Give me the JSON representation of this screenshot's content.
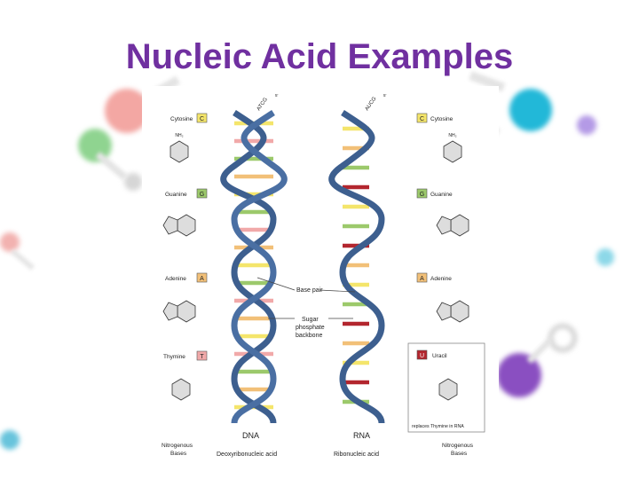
{
  "slide": {
    "title": "Nucleic Acid Examples"
  },
  "figure": {
    "dna_strand_label": "ATCG",
    "rna_strand_label": "AUCG",
    "prime_mark": "5'",
    "base_pair_label": "Base pair",
    "backbone_label": [
      "Sugar",
      "phosphate",
      "backbone"
    ],
    "dna_label": "DNA",
    "dna_full": "Deoxyribonucleic acid",
    "rna_label": "RNA",
    "rna_full": "Ribonucleic acid",
    "left_footer": [
      "Nitrogenous",
      "Bases"
    ],
    "right_footer": [
      "Nitrogenous",
      "Bases"
    ],
    "left_bases": [
      {
        "name": "Cytosine",
        "letter": "C",
        "color": "#f4e56b"
      },
      {
        "name": "Guanine",
        "letter": "G",
        "color": "#9cc96b"
      },
      {
        "name": "Adenine",
        "letter": "A",
        "color": "#f2c078"
      },
      {
        "name": "Thymine",
        "letter": "T",
        "color": "#f1a9a9"
      }
    ],
    "right_bases": [
      {
        "name": "Cytosine",
        "letter": "C",
        "color": "#f4e56b"
      },
      {
        "name": "Guanine",
        "letter": "G",
        "color": "#9cc96b"
      },
      {
        "name": "Adenine",
        "letter": "A",
        "color": "#f2c078"
      }
    ],
    "uracil": {
      "name": "Uracil",
      "letter": "U",
      "color": "#b3262e",
      "note": "replaces Thymine in RNA"
    },
    "colors": {
      "backbone": "#3d5f8f",
      "title": "#7030a0"
    }
  }
}
